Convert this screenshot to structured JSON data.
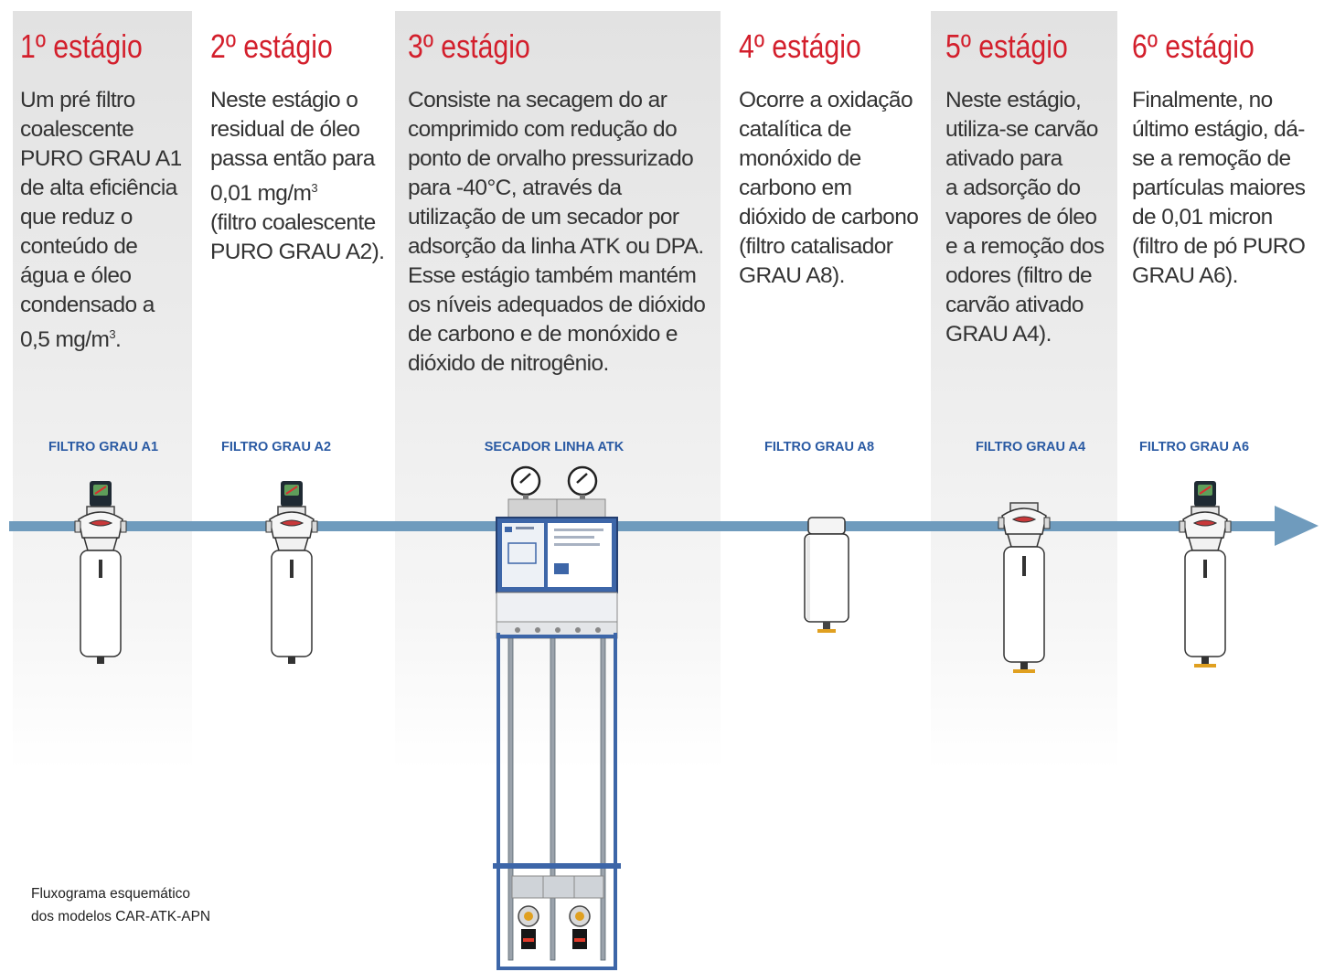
{
  "stages": [
    {
      "title": "1º estágio",
      "lines": [
        "Um pré filtro",
        "coalescente",
        "PURO GRAU A1",
        "de alta eficiência",
        "que reduz o",
        "conteúdo de",
        "água e óleo",
        "condensado a"
      ],
      "last_line": "0,5 mg/m",
      "last_sup": "3",
      "last_suffix": ".",
      "equipment": "FILTRO GRAU A1"
    },
    {
      "title": "2º estágio",
      "lines": [
        "Neste estágio o",
        "residual de óleo",
        "passa então para"
      ],
      "unit_line": "0,01 mg/m",
      "unit_sup": "3",
      "lines_after": [
        "(filtro coalescente",
        "PURO GRAU A2)."
      ],
      "equipment": "FILTRO GRAU A2"
    },
    {
      "title": "3º estágio",
      "lines": [
        "Consiste na secagem do ar",
        "comprimido com redução do",
        "ponto de orvalho pressurizado",
        "para -40°C, através da",
        "utilização de um secador por",
        "adsorção da linha ATK ou DPA.",
        "Esse  estágio também mantém",
        "os níveis adequados de dióxido",
        "de carbono e de monóxido e",
        "dióxido de nitrogênio."
      ],
      "equipment": "SECADOR LINHA ATK"
    },
    {
      "title": "4º estágio",
      "lines": [
        "Ocorre a oxidação",
        "catalítica de",
        "monóxido de",
        "carbono em",
        "dióxido de carbono",
        "(filtro catalisador",
        "GRAU A8)."
      ],
      "equipment": "FILTRO GRAU A8"
    },
    {
      "title": "5º estágio",
      "lines": [
        "Neste estágio,",
        "utiliza-se carvão",
        "ativado para",
        "a adsorção do",
        "vapores de óleo",
        "e a remoção dos",
        "odores (filtro de",
        "carvão ativado",
        "GRAU A4)."
      ],
      "equipment": "FILTRO GRAU A4"
    },
    {
      "title": "6º estágio",
      "lines": [
        "Finalmente, no",
        "último estágio, dá-",
        "se a remoção de",
        "partículas maiores",
        "de 0,01 micron",
        "(filtro de pó PURO",
        "GRAU A6)."
      ],
      "equipment": "FILTRO GRAU A6"
    }
  ],
  "caption": [
    "Fluxograma esquemático",
    "dos modelos CAR-ATK-APN"
  ],
  "colors": {
    "title_red": "#d31f2c",
    "label_blue": "#2a5aa3",
    "flow_blue": "#6f9bbd",
    "band_gray": "#e2e2e2"
  },
  "icons": [
    "coalescent-filter-icon",
    "catalyst-filter-icon",
    "adsorption-dryer-icon",
    "pressure-gauge-icon"
  ]
}
